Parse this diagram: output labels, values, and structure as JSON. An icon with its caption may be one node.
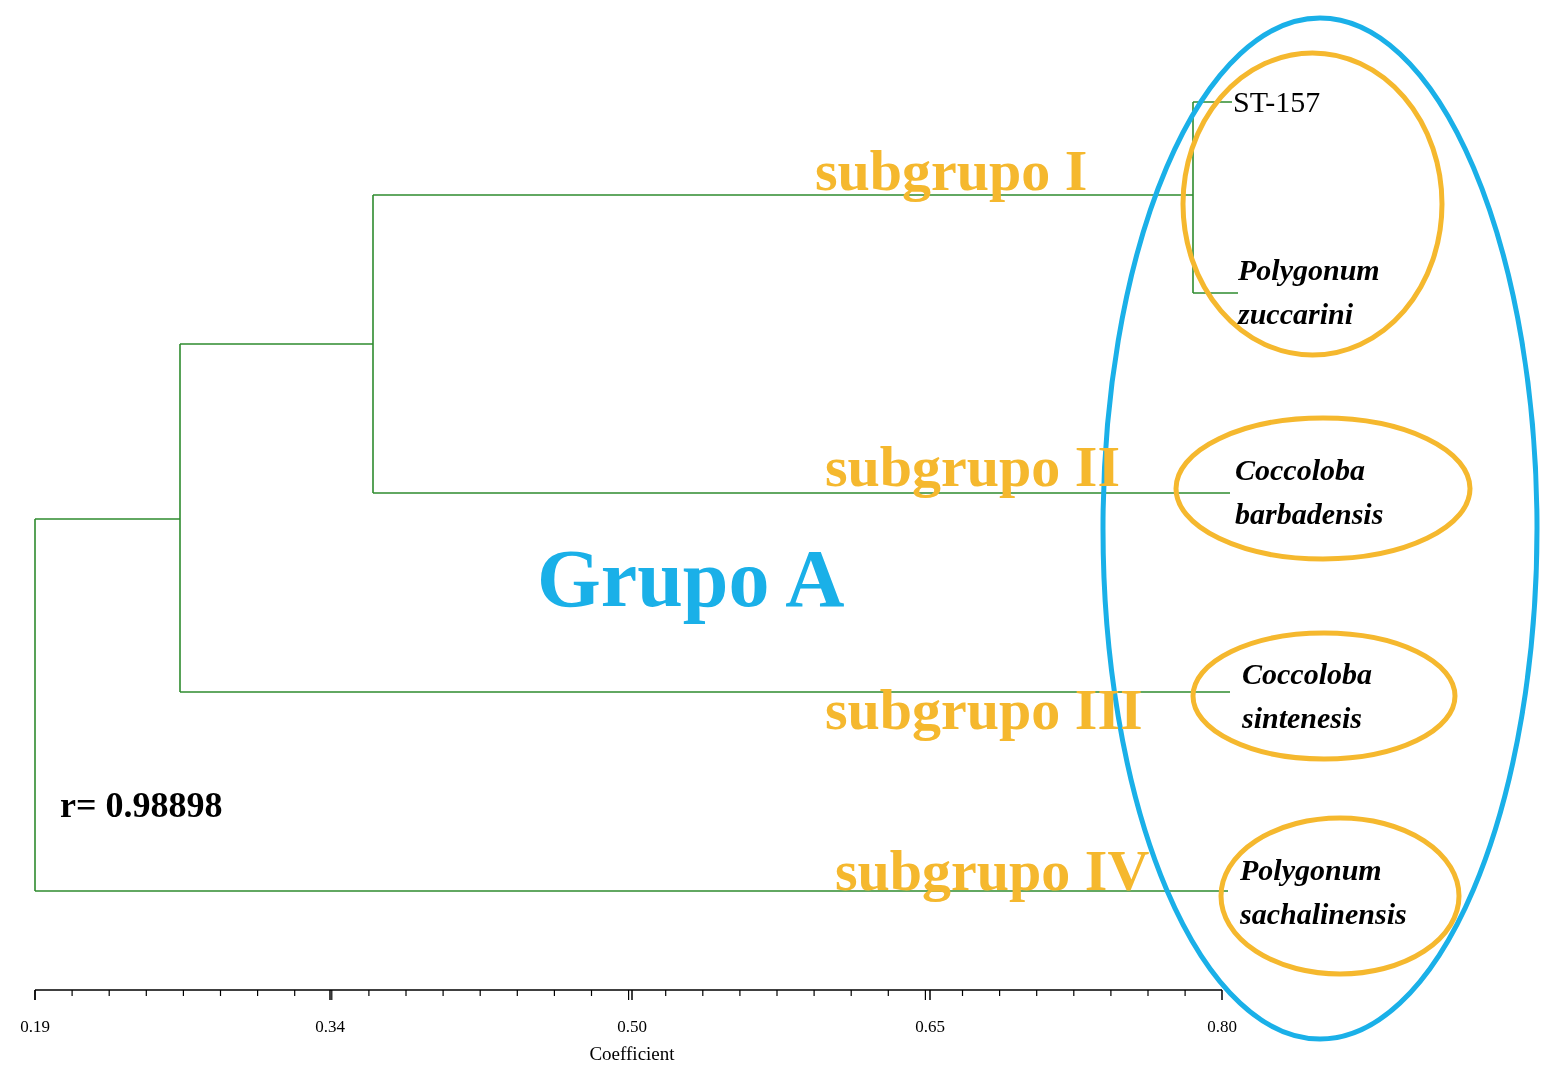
{
  "diagram": {
    "nodes": [
      {
        "text": [],
        "shape": "circle",
        "beside": [
          "Grupo A"
        ]
      },
      {
        "text": [],
        "shape": "circle",
        "in": 0,
        "beside": [
          "subgrupo I"
        ]
      },
      {
        "text": [
          "ST-157"
        ],
        "in": 1
      },
      {
        "text": [
          "Polygonum zuccarini"
        ],
        "in": 1
      },
      {
        "text": [
          "Coccoloba barbadensis"
        ],
        "in": 0,
        "beside": [
          "subgrupo II"
        ]
      },
      {
        "text": [
          "Coccoloba sintenesis"
        ],
        "in": 0,
        "beside": [
          "subgrupo III"
        ]
      },
      {
        "text": [
          "Polygonum sachalinensis"
        ],
        "in": 0,
        "beside": [
          "subgrupo IV"
        ]
      }
    ],
    "labels": [
      "r= 0.98898",
      "0.19",
      "0.34",
      "0.50",
      "0.65",
      "0.80",
      "Coefficient"
    ]
  }
}
